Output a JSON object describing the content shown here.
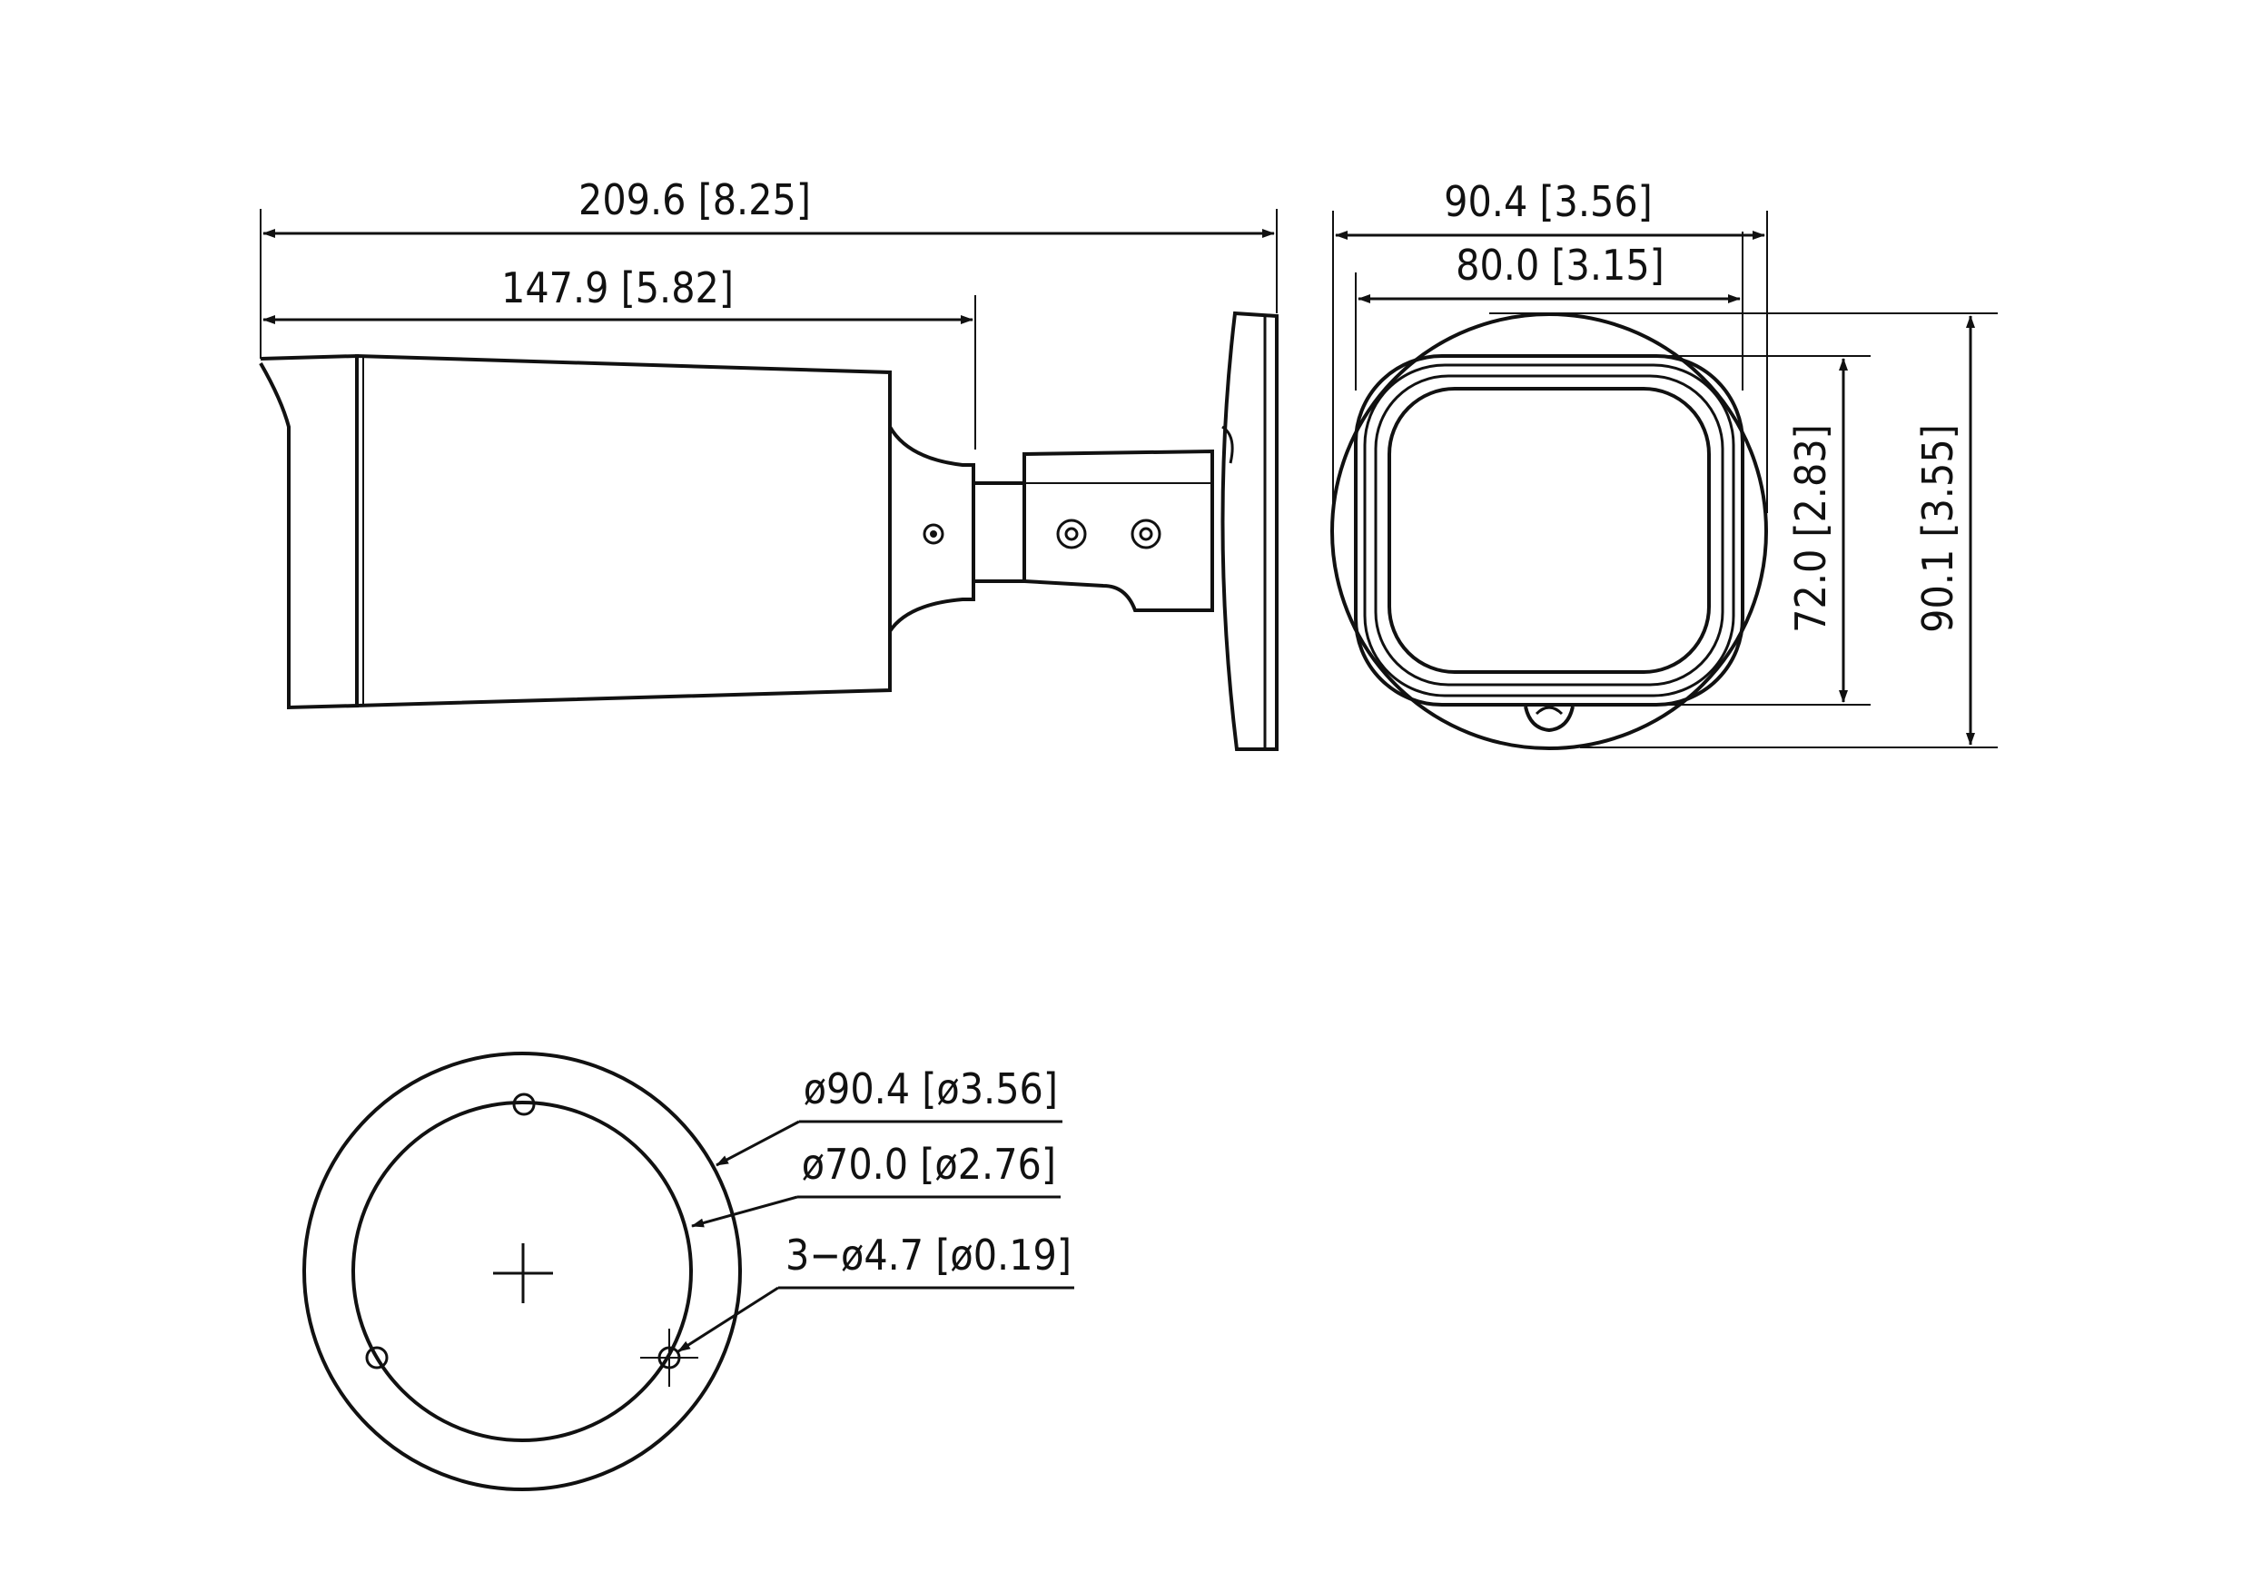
{
  "side_view": {
    "overall_length": "209.6 [8.25]",
    "body_length": "147.9 [5.82]"
  },
  "front_view": {
    "overall_width": "90.4 [3.56]",
    "body_width": "80.0 [3.15]",
    "body_height": "72.0 [2.83]",
    "overall_height": "90.1 [3.55]"
  },
  "mount_base": {
    "outer_diameter": "ø90.4 [ø3.56]",
    "hole_circle_diameter": "ø70.0 [ø2.76]",
    "mounting_holes": "3−ø4.7 [ø0.19]"
  },
  "colors": {
    "line": "#111111",
    "background": "#ffffff"
  }
}
